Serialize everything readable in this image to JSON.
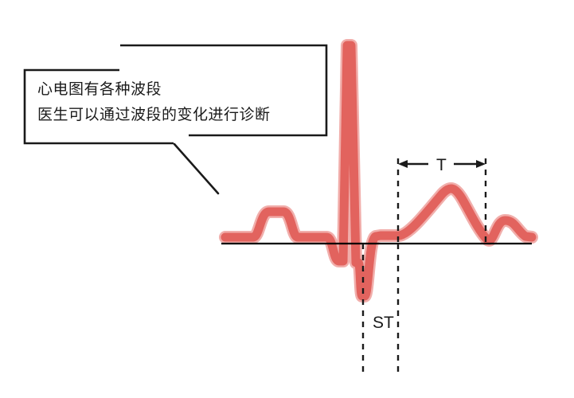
{
  "diagram": {
    "title": "ECG waveform annotated diagram",
    "background_color": "#ffffff",
    "wave_color": "#E2635E",
    "wave_color_light": "#EE8F8B",
    "line_color": "#1a1a1a"
  },
  "callout": {
    "name": "annotation-callout",
    "line1": "心电图有各种波段",
    "line2": "医生可以通过波段的变化进行诊断",
    "border_color": "#1a1a1a"
  },
  "labels": {
    "st_segment": "ST",
    "t_wave": "T"
  },
  "chart_data": {
    "type": "line",
    "title": "ECG waveform annotated diagram",
    "subtitle": "",
    "xlabel": "",
    "ylabel": "",
    "grid": false,
    "legend": "none",
    "baseline_y": 306,
    "x_range": [
      278,
      668
    ],
    "y_range": [
      57,
      372
    ],
    "annotations": [
      {
        "label": "ST",
        "type": "interval-dashed",
        "x_start": 456,
        "x_end": 500,
        "text_x": 468,
        "text_y": 405
      },
      {
        "label": "T",
        "type": "interval-arrow",
        "x_start": 500,
        "x_end": 610,
        "arrow_y": 206,
        "text_x": 548,
        "text_y": 214
      }
    ],
    "series": [
      {
        "name": "ECG trace",
        "color": "#E2635E",
        "segments": [
          {
            "name": "isoelectric-lead-in",
            "x": [
              283,
              320
            ],
            "y": [
              298,
              298
            ]
          },
          {
            "name": "P-wave",
            "x": [
              320,
              338,
              355,
              372
            ],
            "y": [
              298,
              266,
              266,
              298
            ]
          },
          {
            "name": "PR-segment",
            "x": [
              372,
              412
            ],
            "y": [
              298,
              298
            ]
          },
          {
            "name": "Q-dip",
            "x": [
              412,
              425,
              432
            ],
            "y": [
              298,
              328,
              328
            ]
          },
          {
            "name": "R-upstroke",
            "x": [
              432,
              437
            ],
            "y": [
              328,
              57
            ]
          },
          {
            "name": "R-downstroke",
            "x": [
              437,
              448
            ],
            "y": [
              57,
              330
            ]
          },
          {
            "name": "S-dip",
            "x": [
              448,
              452,
              458
            ],
            "y": [
              330,
              372,
              372
            ]
          },
          {
            "name": "S-recovery",
            "x": [
              458,
              466,
              478
            ],
            "y": [
              372,
              300,
              296
            ]
          },
          {
            "name": "ST-segment",
            "x": [
              478,
              500
            ],
            "y": [
              296,
              296
            ]
          },
          {
            "name": "T-upstroke",
            "x": [
              500,
              530,
              556
            ],
            "y": [
              296,
              268,
              242
            ]
          },
          {
            "name": "T-peak",
            "x": [
              556,
              568,
              580
            ],
            "y": [
              242,
              240,
              248
            ]
          },
          {
            "name": "T-downstroke",
            "x": [
              580,
              598,
              610
            ],
            "y": [
              248,
              280,
              300
            ]
          },
          {
            "name": "U-wave",
            "x": [
              610,
              628,
              645,
              660
            ],
            "y": [
              300,
              278,
              278,
              298
            ]
          },
          {
            "name": "isoelectric-tail",
            "x": [
              660,
              668
            ],
            "y": [
              298,
              298
            ]
          }
        ]
      }
    ]
  }
}
